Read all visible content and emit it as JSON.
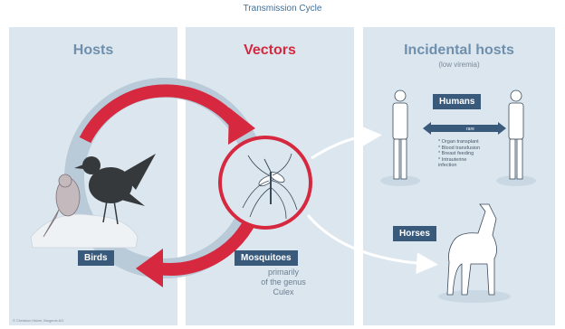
{
  "header": {
    "title": "Transmission Cycle"
  },
  "panels": {
    "hosts": {
      "title": "Hosts"
    },
    "vectors": {
      "title": "Vectors"
    },
    "incidental": {
      "title": "Incidental hosts",
      "subtitle": "(low viremia)"
    }
  },
  "labels": {
    "birds": "Birds",
    "mosquitoes": "Mosquitoes",
    "humans": "Humans",
    "horses": "Horses",
    "genus_note": [
      "primarily",
      "of the genus",
      "Culex"
    ],
    "rare": "rare",
    "transmission_routes": [
      "* Organ transplant",
      "* Blood transfusion",
      "* Breast feeding",
      "* Intrauterine",
      "  infection"
    ]
  },
  "footer": {
    "copyright": "© Christian Hölzel, Biogenix AG"
  },
  "colors": {
    "panel": "#dbe6ef",
    "red": "#d6283f",
    "label_bg": "#3a5a7c",
    "ring": "#b9cad8"
  }
}
